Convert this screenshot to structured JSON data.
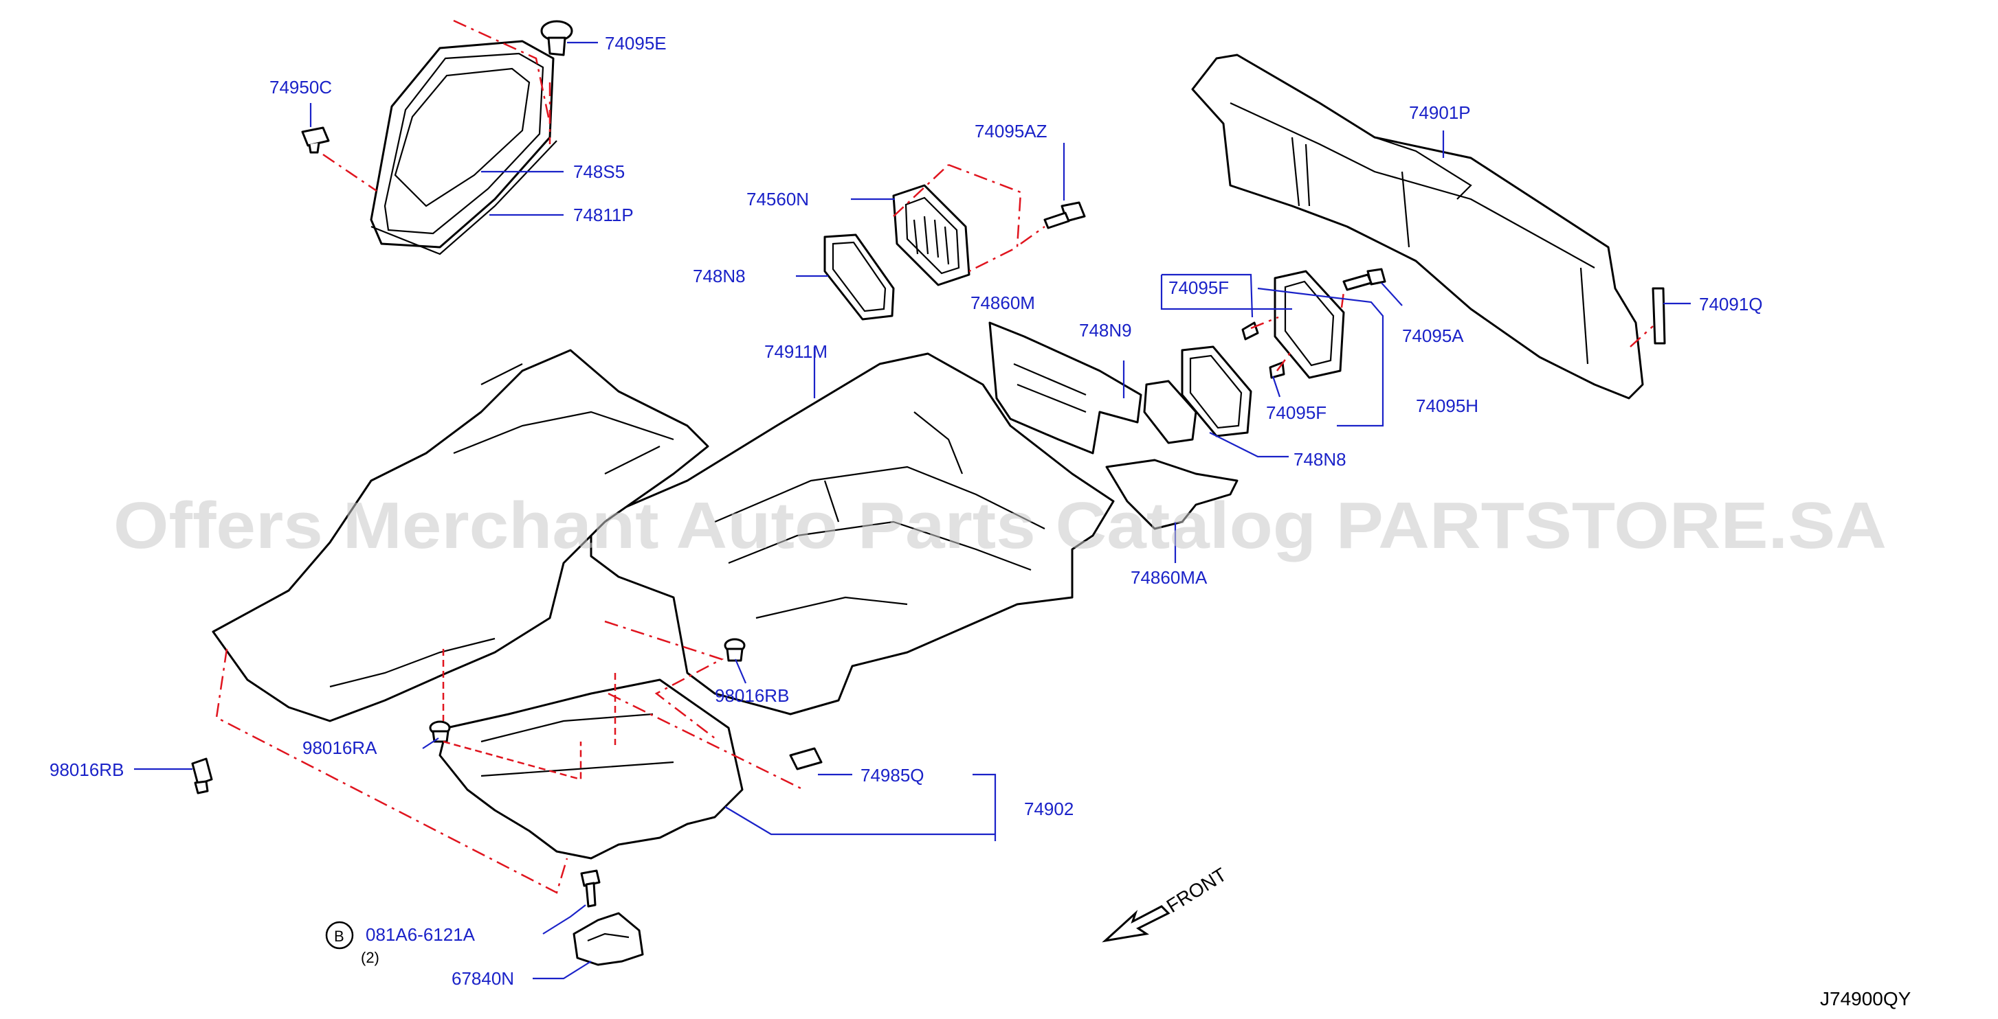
{
  "watermark": "Offers Merchant Auto Parts Catalog PARTSTORE.SA",
  "diagram_code": "J74900QY",
  "front_label": "FRONT",
  "bolt_symbol": "B",
  "bolt_qty": "(2)",
  "colors": {
    "label": "#1a22c8",
    "dash": "#e0141e",
    "line": "#000000"
  },
  "labels": {
    "p74095E": "74095E",
    "p74950C": "74950C",
    "p748S5": "748S5",
    "p74811P": "74811P",
    "p74095AZ": "74095AZ",
    "p74560N": "74560N",
    "p748N8a": "748N8",
    "p74901P": "74901P",
    "p74095F1": "74095F",
    "p74095A": "74095A",
    "p74091Q": "74091Q",
    "p74860M": "74860M",
    "p748N9": "748N9",
    "p74095F2": "74095F",
    "p74095H": "74095H",
    "p748N8b": "748N8",
    "p74911M": "74911M",
    "p74860MA": "74860MA",
    "p98016RB1": "98016RB",
    "p98016RA": "98016RA",
    "p98016RB2": "98016RB",
    "p74985Q": "74985Q",
    "p74902": "74902",
    "p081A6": "081A6-6121A",
    "p67840N": "67840N"
  }
}
